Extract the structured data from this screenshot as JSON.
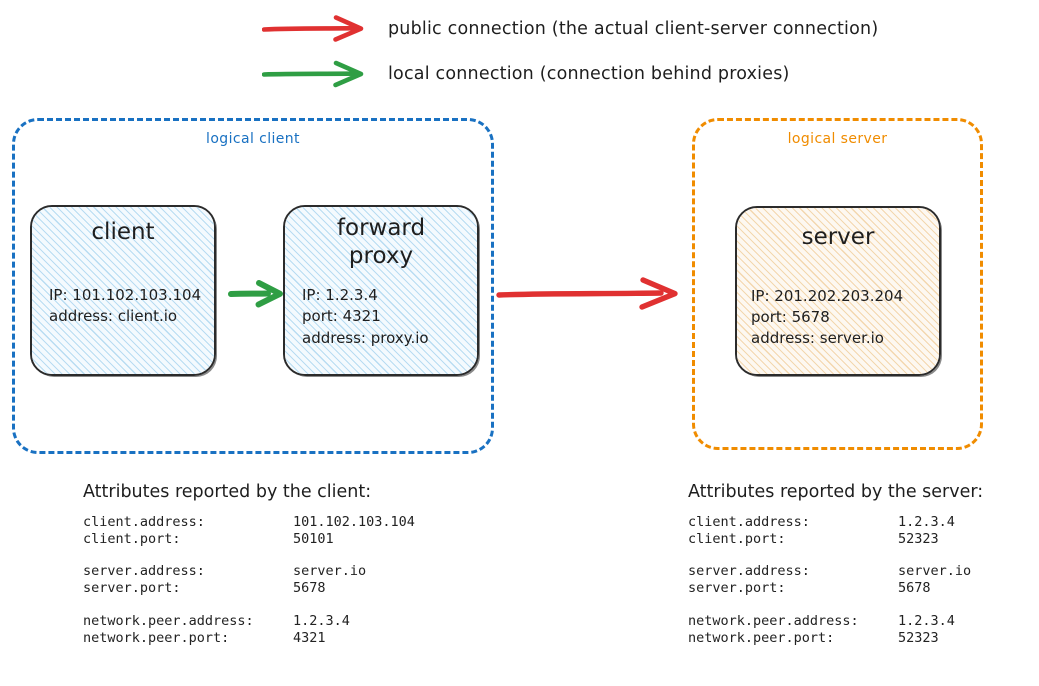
{
  "legend": [
    {
      "id": "public",
      "icon": "arrow-right-icon",
      "color": "#e03131",
      "label": "public connection (the actual client-server connection)"
    },
    {
      "id": "local",
      "icon": "arrow-right-icon",
      "color": "#2f9e44",
      "label": "local connection (connection behind proxies)"
    }
  ],
  "groups": {
    "client": {
      "label": "logical client",
      "color": "#1971c2"
    },
    "server": {
      "label": "logical server",
      "color": "#f08c00"
    }
  },
  "nodes": {
    "client": {
      "title": "client",
      "lines": [
        "IP: 101.102.103.104",
        "address: client.io"
      ]
    },
    "proxy": {
      "title": "forward\nproxy",
      "title_line1": "forward",
      "title_line2": "proxy",
      "lines": [
        "IP: 1.2.3.4",
        "port: 4321",
        "address: proxy.io"
      ]
    },
    "server": {
      "title": "server",
      "lines": [
        "IP: 201.202.203.204",
        "port: 5678",
        "address: server.io"
      ]
    }
  },
  "connections": [
    {
      "id": "client-to-proxy",
      "kind": "local",
      "color": "#2f9e44"
    },
    {
      "id": "proxy-to-server",
      "kind": "public",
      "color": "#e03131"
    }
  ],
  "attributes": {
    "client": {
      "title": "Attributes reported by the client:",
      "groups": [
        [
          {
            "key": "client.address:",
            "value": "101.102.103.104"
          },
          {
            "key": "client.port:",
            "value": "50101"
          }
        ],
        [
          {
            "key": "server.address:",
            "value": "server.io"
          },
          {
            "key": "server.port:",
            "value": "5678"
          }
        ],
        [
          {
            "key": "network.peer.address:",
            "value": "1.2.3.4"
          },
          {
            "key": "network.peer.port:",
            "value": "4321"
          }
        ]
      ]
    },
    "server": {
      "title": "Attributes reported by the server:",
      "groups": [
        [
          {
            "key": "client.address:",
            "value": "1.2.3.4"
          },
          {
            "key": "client.port:",
            "value": "52323"
          }
        ],
        [
          {
            "key": "server.address:",
            "value": "server.io"
          },
          {
            "key": "server.port:",
            "value": "5678"
          }
        ],
        [
          {
            "key": "network.peer.address:",
            "value": "1.2.3.4"
          },
          {
            "key": "network.peer.port:",
            "value": "52323"
          }
        ]
      ]
    }
  }
}
